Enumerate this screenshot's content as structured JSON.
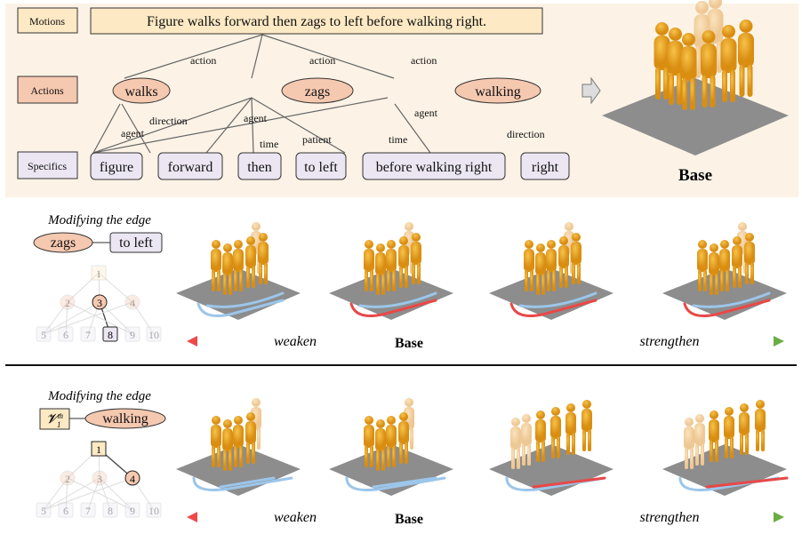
{
  "top": {
    "row_labels": [
      "Motions",
      "Actions",
      "Specifics"
    ],
    "motion_text": "Figure walks forward then zags to left before walking right.",
    "actions": [
      "walks",
      "zags",
      "walking"
    ],
    "specifics": [
      "figure",
      "forward",
      "then",
      "to left",
      "before walking right",
      "right"
    ],
    "edge_labels": {
      "action": "action",
      "agent": "agent",
      "direction": "direction",
      "time": "time",
      "patient": "patient"
    },
    "base_label": "Base"
  },
  "rows": [
    {
      "caption": "Modifying the edge",
      "edge_from": "zags",
      "edge_to": "to left",
      "tree_nodes": [
        "1",
        "2",
        "3",
        "4",
        "5",
        "6",
        "7",
        "8",
        "9",
        "10"
      ],
      "highlighted": [
        "3",
        "8"
      ],
      "weaken": "weaken",
      "base": "Base",
      "strengthen": "strengthen"
    },
    {
      "caption": "Modifying the edge",
      "edge_from": "𝓥",
      "edge_from_sup": "m",
      "edge_from_sub": "1",
      "edge_to": "walking",
      "tree_nodes": [
        "1",
        "2",
        "3",
        "4",
        "5",
        "6",
        "7",
        "8",
        "9",
        "10"
      ],
      "highlighted": [
        "1",
        "4"
      ],
      "weaken": "weaken",
      "base": "Base",
      "strengthen": "strengthen"
    }
  ],
  "colors": {
    "panel_bg": "#fcf3e6",
    "motion_fill": "#fde9c4",
    "action_fill": "#f5c8b0",
    "specific_fill": "#ebe6f2",
    "weaken_arrow": "#ee4a4a",
    "strengthen_arrow": "#6aae45",
    "figure_orange": "#e9a21f"
  }
}
